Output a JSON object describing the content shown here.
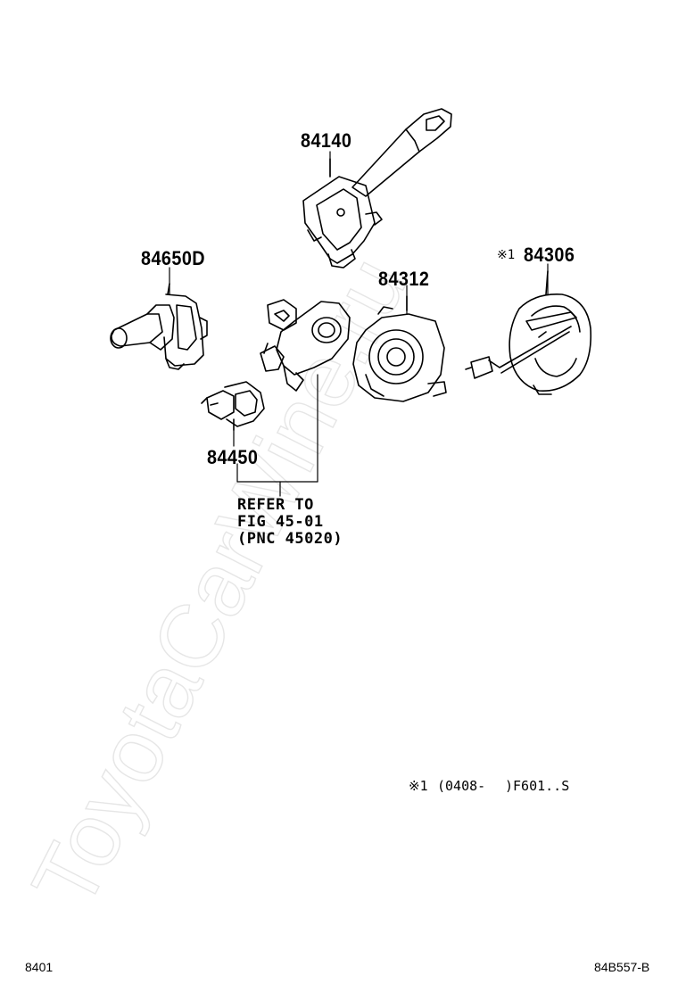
{
  "watermark": "ToyotaCarWine.ru",
  "parts": {
    "p84140": "84140",
    "p84650D": "84650D",
    "p84312": "84312",
    "p84306": "84306",
    "p84306_mark": "※1",
    "p84450": "84450"
  },
  "refer": {
    "line1": "REFER TO",
    "line2": "FIG 45-01",
    "line3": "(PNC 45020)"
  },
  "footnote": {
    "mark": "※1",
    "range": "(0408-",
    "model": ")F601..S"
  },
  "page_ref_left": "8401",
  "page_ref_right": "84B557-B"
}
